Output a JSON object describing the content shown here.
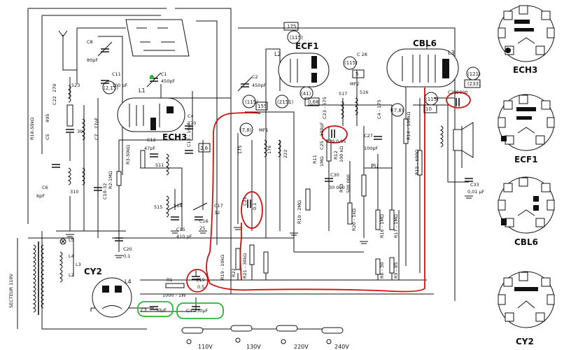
{
  "tubes": {
    "ech3": "ECH3",
    "ecf1": "ECF1",
    "cbl6": "CBL6",
    "cy2": "CY2"
  },
  "coils": {
    "l1": "L1",
    "l2": "L2",
    "l3": "L3",
    "l4": "L4",
    "l5": "L5",
    "mf1": "MF1",
    "mf2": "MF2"
  },
  "components": {
    "c8": "C8",
    "c8v": "80pF",
    "c11": "C11",
    "c11v": "100 pF",
    "c1": "C1",
    "c1v": "450pF",
    "c2": "C2",
    "c2v": "450pF",
    "c28": "C 28",
    "c6": "C6",
    "c6v": "6pF",
    "r18": "R18-50kΩ",
    "c5": "C5",
    "c5v": "495",
    "c22": "C22",
    "c22v": "270",
    "n523": "523",
    "n39": "39",
    "n310": "310",
    "c7": "C7",
    "c7v": "27pF",
    "c10": "C10-32",
    "r2": "R2-1MΩ",
    "r3": "R3-50kΩ",
    "c12": "C12",
    "c12v": "47pF",
    "s11": "S11",
    "c13": "C13 - 10pF",
    "c4": "C4",
    "c4v": "270",
    "s15": "515",
    "s14": "S14",
    "c15": "C15",
    "c15v": "410 pF",
    "c16": "C16",
    "c16v": "25",
    "c17": "C17",
    "c17v": "32",
    "c20": "C20",
    "c20v": "0,1",
    "c21": "C21",
    "c21v": "0,1",
    "n175": "175",
    "n176": "176",
    "n222": "222",
    "c23": "C23 - 575",
    "c25": "C25 - 100pF",
    "c26": "C26",
    "c26v": "0,05",
    "c27": "C27",
    "c27v": "100pF",
    "c24": "C4 - 175",
    "s17": "517",
    "s16": "516",
    "r11": "R11",
    "r11v": "1MΩ",
    "r10": "R10 - 2MΩ",
    "r12": "R12",
    "r12v": "100 kΩ",
    "c30": "C30",
    "c30v": "30 000",
    "r13": "R13",
    "r13v": "500 000",
    "pu": "PU",
    "r20": "R20 - 1kΩ",
    "r14": "R14 - 100kΩ",
    "r15": "R15 - 600Ω",
    "r16": "R16 - 1MΩ",
    "r17": "R17 - 1MΩ",
    "r6": "R6 - 30",
    "r5": "R5 - 85",
    "c29": "C29",
    "c29v": "5000",
    "c33": "C33",
    "c33v": "0,01 µF",
    "r19": "R19 - 10kΩ",
    "r21": "R21 - 30kΩ",
    "r22": "R22",
    "c19": "C19",
    "c19v": "0,5",
    "r1": "R1",
    "r1v": "1000 - 1W",
    "c3": "C3",
    "c3v": "30µF",
    "c4e": "C4 - 30µF",
    "l2b": "L2"
  },
  "voltages": {
    "v115a": "(115)",
    "v115b": "(115)",
    "v115c": "(115)",
    "v115d": "(115)",
    "v41": "(41)",
    "v121": "(121)",
    "v175": "175",
    "v233": "(233)",
    "v215": "(2,15)",
    "v28": "2,8",
    "v78a": "(7,8)",
    "v78b": "(7,8)",
    "v2151": "(2151)",
    "v068": "0,68",
    "v10": "10",
    "v5": "5",
    "v155": "155"
  },
  "mains": {
    "v110": "110V",
    "v130": "130V",
    "v220": "220V",
    "v240": "240V",
    "secteur": "SECTEUR 110V"
  }
}
